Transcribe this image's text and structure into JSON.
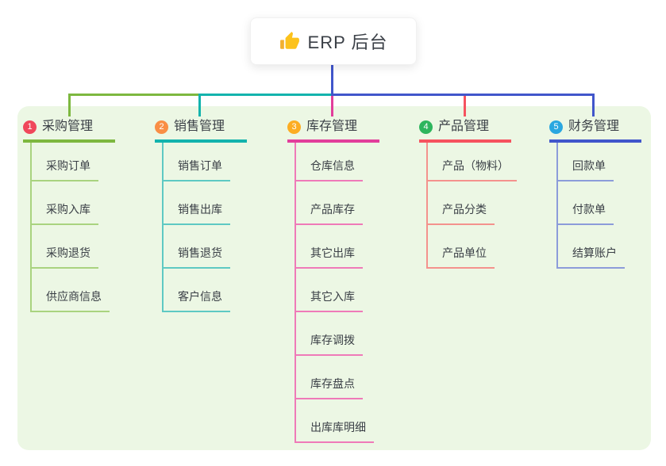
{
  "root": {
    "title": "ERP 后台",
    "icon": "thumbs-up-icon"
  },
  "colors": {
    "panel-bg": "#ecf7e4",
    "text": "#3a3f46",
    "root-line": "#4156cb",
    "col1-main": "#7db83f",
    "col1-light": "#a9d37f",
    "col1-badge": "#f0475b",
    "col2-main": "#13b3ad",
    "col2-light": "#5ec9c3",
    "col2-badge": "#f98e45",
    "col3-main": "#e23e9b",
    "col3-light": "#ef7ab8",
    "col3-badge": "#fcad23",
    "col4-main": "#f6525f",
    "col4-light": "#f4928d",
    "col4-badge": "#2db55d",
    "col5-main": "#4156cb",
    "col5-light": "#8c9cda",
    "col5-badge": "#2aa7e0"
  },
  "columns": [
    {
      "number": "1",
      "title": "采购管理",
      "items": [
        "采购订单",
        "采购入库",
        "采购退货",
        "供应商信息"
      ]
    },
    {
      "number": "2",
      "title": "销售管理",
      "items": [
        "销售订单",
        "销售出库",
        "销售退货",
        "客户信息"
      ]
    },
    {
      "number": "3",
      "title": "库存管理",
      "items": [
        "仓库信息",
        "产品库存",
        "其它出库",
        "其它入库",
        "库存调拨",
        "库存盘点",
        "出库库明细"
      ]
    },
    {
      "number": "4",
      "title": "产品管理",
      "items": [
        "产品（物料）",
        "产品分类",
        "产品单位"
      ]
    },
    {
      "number": "5",
      "title": "财务管理",
      "items": [
        "回款单",
        "付款单",
        "结算账户"
      ]
    }
  ]
}
